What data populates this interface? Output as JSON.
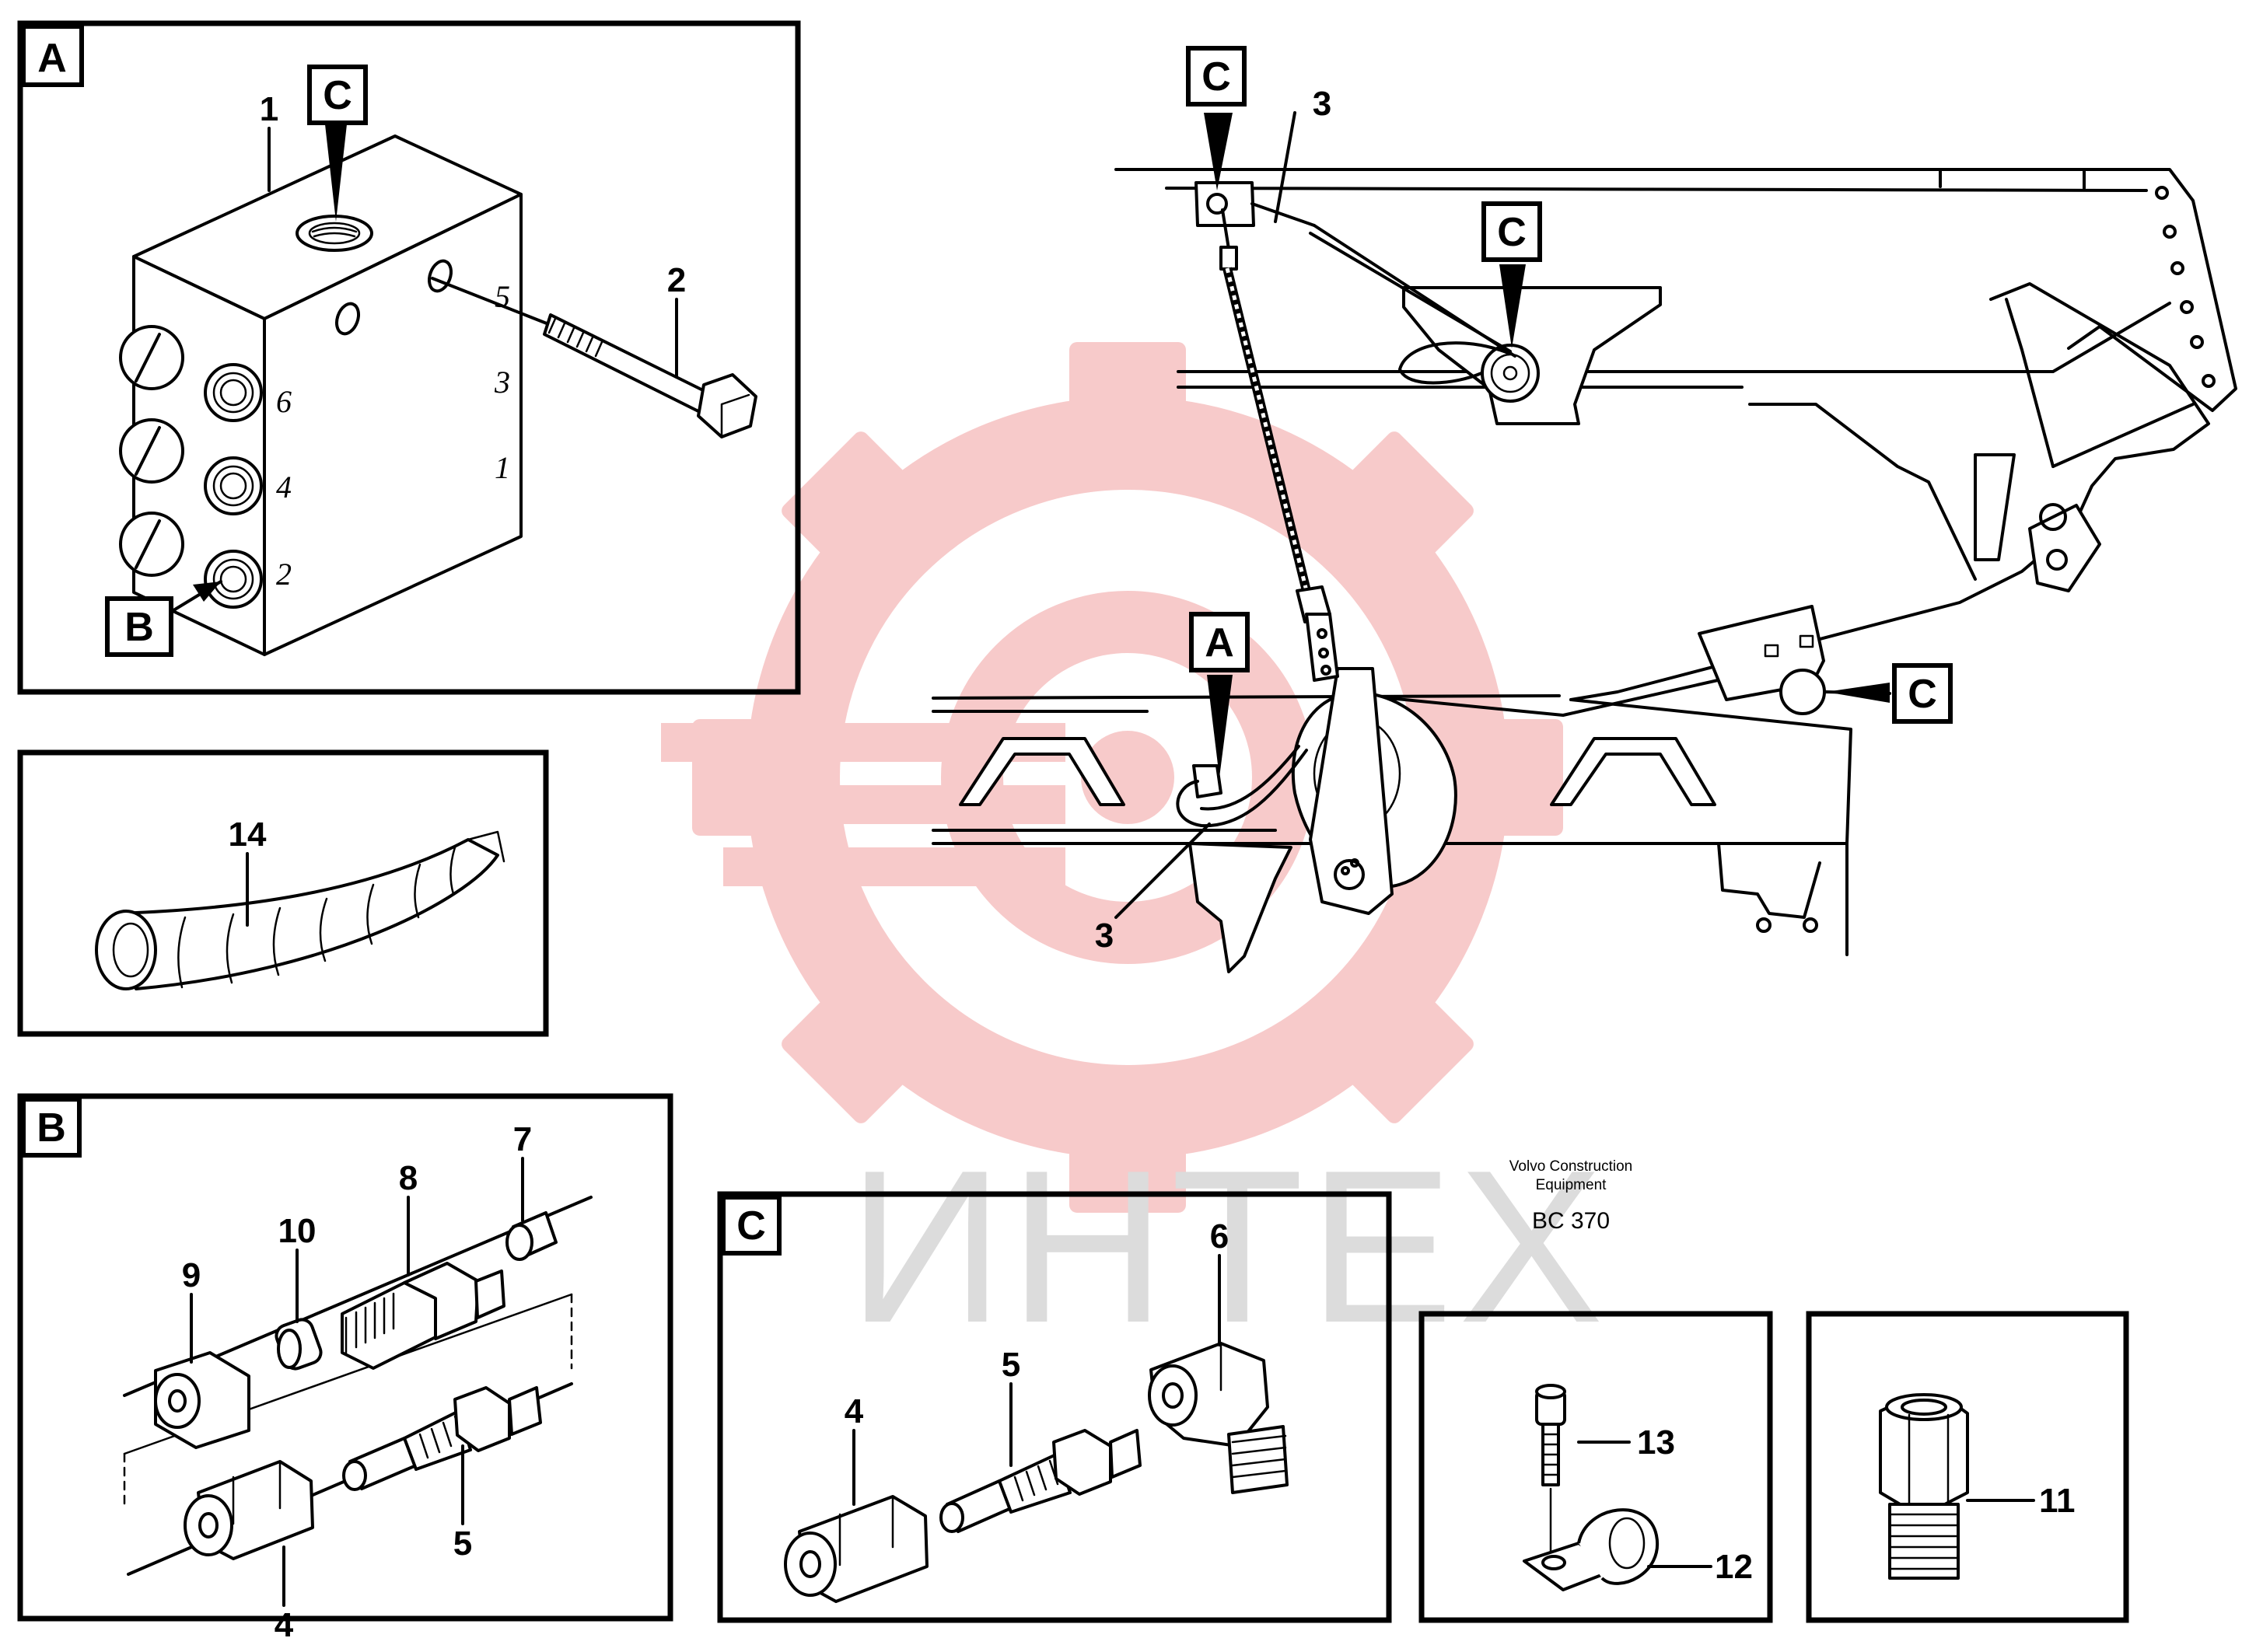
{
  "colors": {
    "watermark_gear": "#f6c4c4",
    "watermark_text": "#d8d8d8",
    "line": "#000000"
  },
  "watermark": {
    "text": "ИНТЕХ"
  },
  "publisher": {
    "line1": "Volvo Construction",
    "line2": "Equipment",
    "model": "BC 370"
  },
  "panels": {
    "a": {
      "tag": "A",
      "callouts": {
        "c": "C",
        "b": "B"
      },
      "items": {
        "p1": "1",
        "p2": "2"
      },
      "ports": {
        "p6": "6",
        "p4": "4",
        "p2": "2",
        "p5": "5",
        "p3": "3",
        "p1": "1"
      }
    },
    "hose": {
      "items": {
        "p14": "14"
      }
    },
    "b": {
      "tag": "B",
      "items": {
        "p9": "9",
        "p10": "10",
        "p8": "8",
        "p7": "7",
        "p4": "4",
        "p5": "5"
      }
    },
    "c": {
      "tag": "C",
      "items": {
        "p4": "4",
        "p5": "5",
        "p6": "6"
      }
    },
    "clamp": {
      "items": {
        "p13": "13",
        "p12": "12"
      }
    },
    "adapter": {
      "items": {
        "p11": "11"
      }
    },
    "main": {
      "callouts": {
        "c1": "C",
        "c2": "C",
        "c3": "C",
        "a": "A"
      },
      "items": {
        "p3a": "3",
        "p3b": "3"
      }
    }
  }
}
